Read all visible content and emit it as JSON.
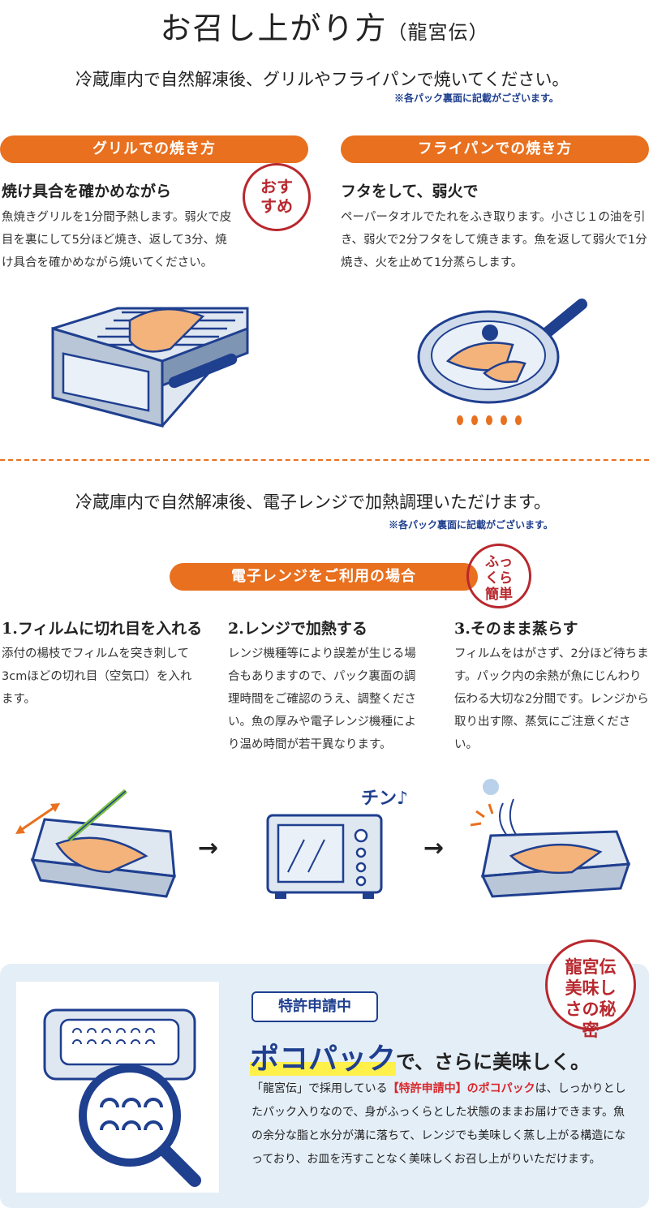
{
  "title": {
    "main": "お召し上がり方",
    "sub": "（龍宮伝）"
  },
  "grill_section": {
    "lead": "冷蔵庫内で自然解凍後、グリルやフライパンで焼いてください。",
    "note": "※各パック裏面に記載がございます。",
    "grill": {
      "pill": "グリルでの焼き方",
      "heading": "焼け具合を確かめながら",
      "body": "魚焼きグリルを1分間予熱します。弱火で皮目を裏にして5分ほど焼き、返して3分、焼け具合を確かめながら焼いてください。",
      "stamp": "おすすめ"
    },
    "pan": {
      "pill": "フライパンでの焼き方",
      "heading": "フタをして、弱火で",
      "body": "ペーパータオルでたれをふき取ります。小さじ１の油を引き、弱火で2分フタをして焼きます。魚を返して弱火で1分焼き、火を止めて1分蒸らします。"
    }
  },
  "microwave_section": {
    "lead": "冷蔵庫内で自然解凍後、電子レンジで加熱調理いただけます。",
    "note": "※各パック裏面に記載がございます。",
    "pill": "電子レンジをご利用の場合",
    "stamp": "ふっくら簡単",
    "steps": [
      {
        "heading": "1.フィルムに切れ目を入れる",
        "body": "添付の楊枝でフィルムを突き刺して3cmほどの切れ目（空気口）を入れます。"
      },
      {
        "heading": "2.レンジで加熱する",
        "body": "レンジ機種等により誤差が生じる場合もありますので、パック裏面の調理時間をご確認のうえ、調整ください。魚の厚みや電子レンジ機種により温め時間が若干異なります。"
      },
      {
        "heading": "3.そのまま蒸らす",
        "body": "フィルムをはがさず、2分ほど待ちます。パック内の余熱が魚にじんわり伝わる大切な2分間です。レンジから取り出す際、蒸気にご注意ください。"
      }
    ],
    "chime": "チン♪"
  },
  "poco_section": {
    "badge": "特許申請中",
    "headline_big": "ポコパック",
    "headline_rest": "で、さらに美味しく。",
    "text_1": "「龍宮伝」で採用している",
    "text_highlight": "【特許申請中】のポコパック",
    "text_2": "は、しっかりとしたパック入りなので、身がふっくらとした状態のままお届けできます。魚の余分な脂と水分が溝に落ちて、レンジでも美味しく蒸し上がる構造になっており、お皿を汚すことなく美味しくお召し上がりいただけます。",
    "stamp": "龍宮伝 美味しさの秘密"
  },
  "colors": {
    "accent": "#e8701e",
    "navy": "#1f3f8f",
    "red": "#b8282e",
    "panel": "#e4eef7"
  }
}
